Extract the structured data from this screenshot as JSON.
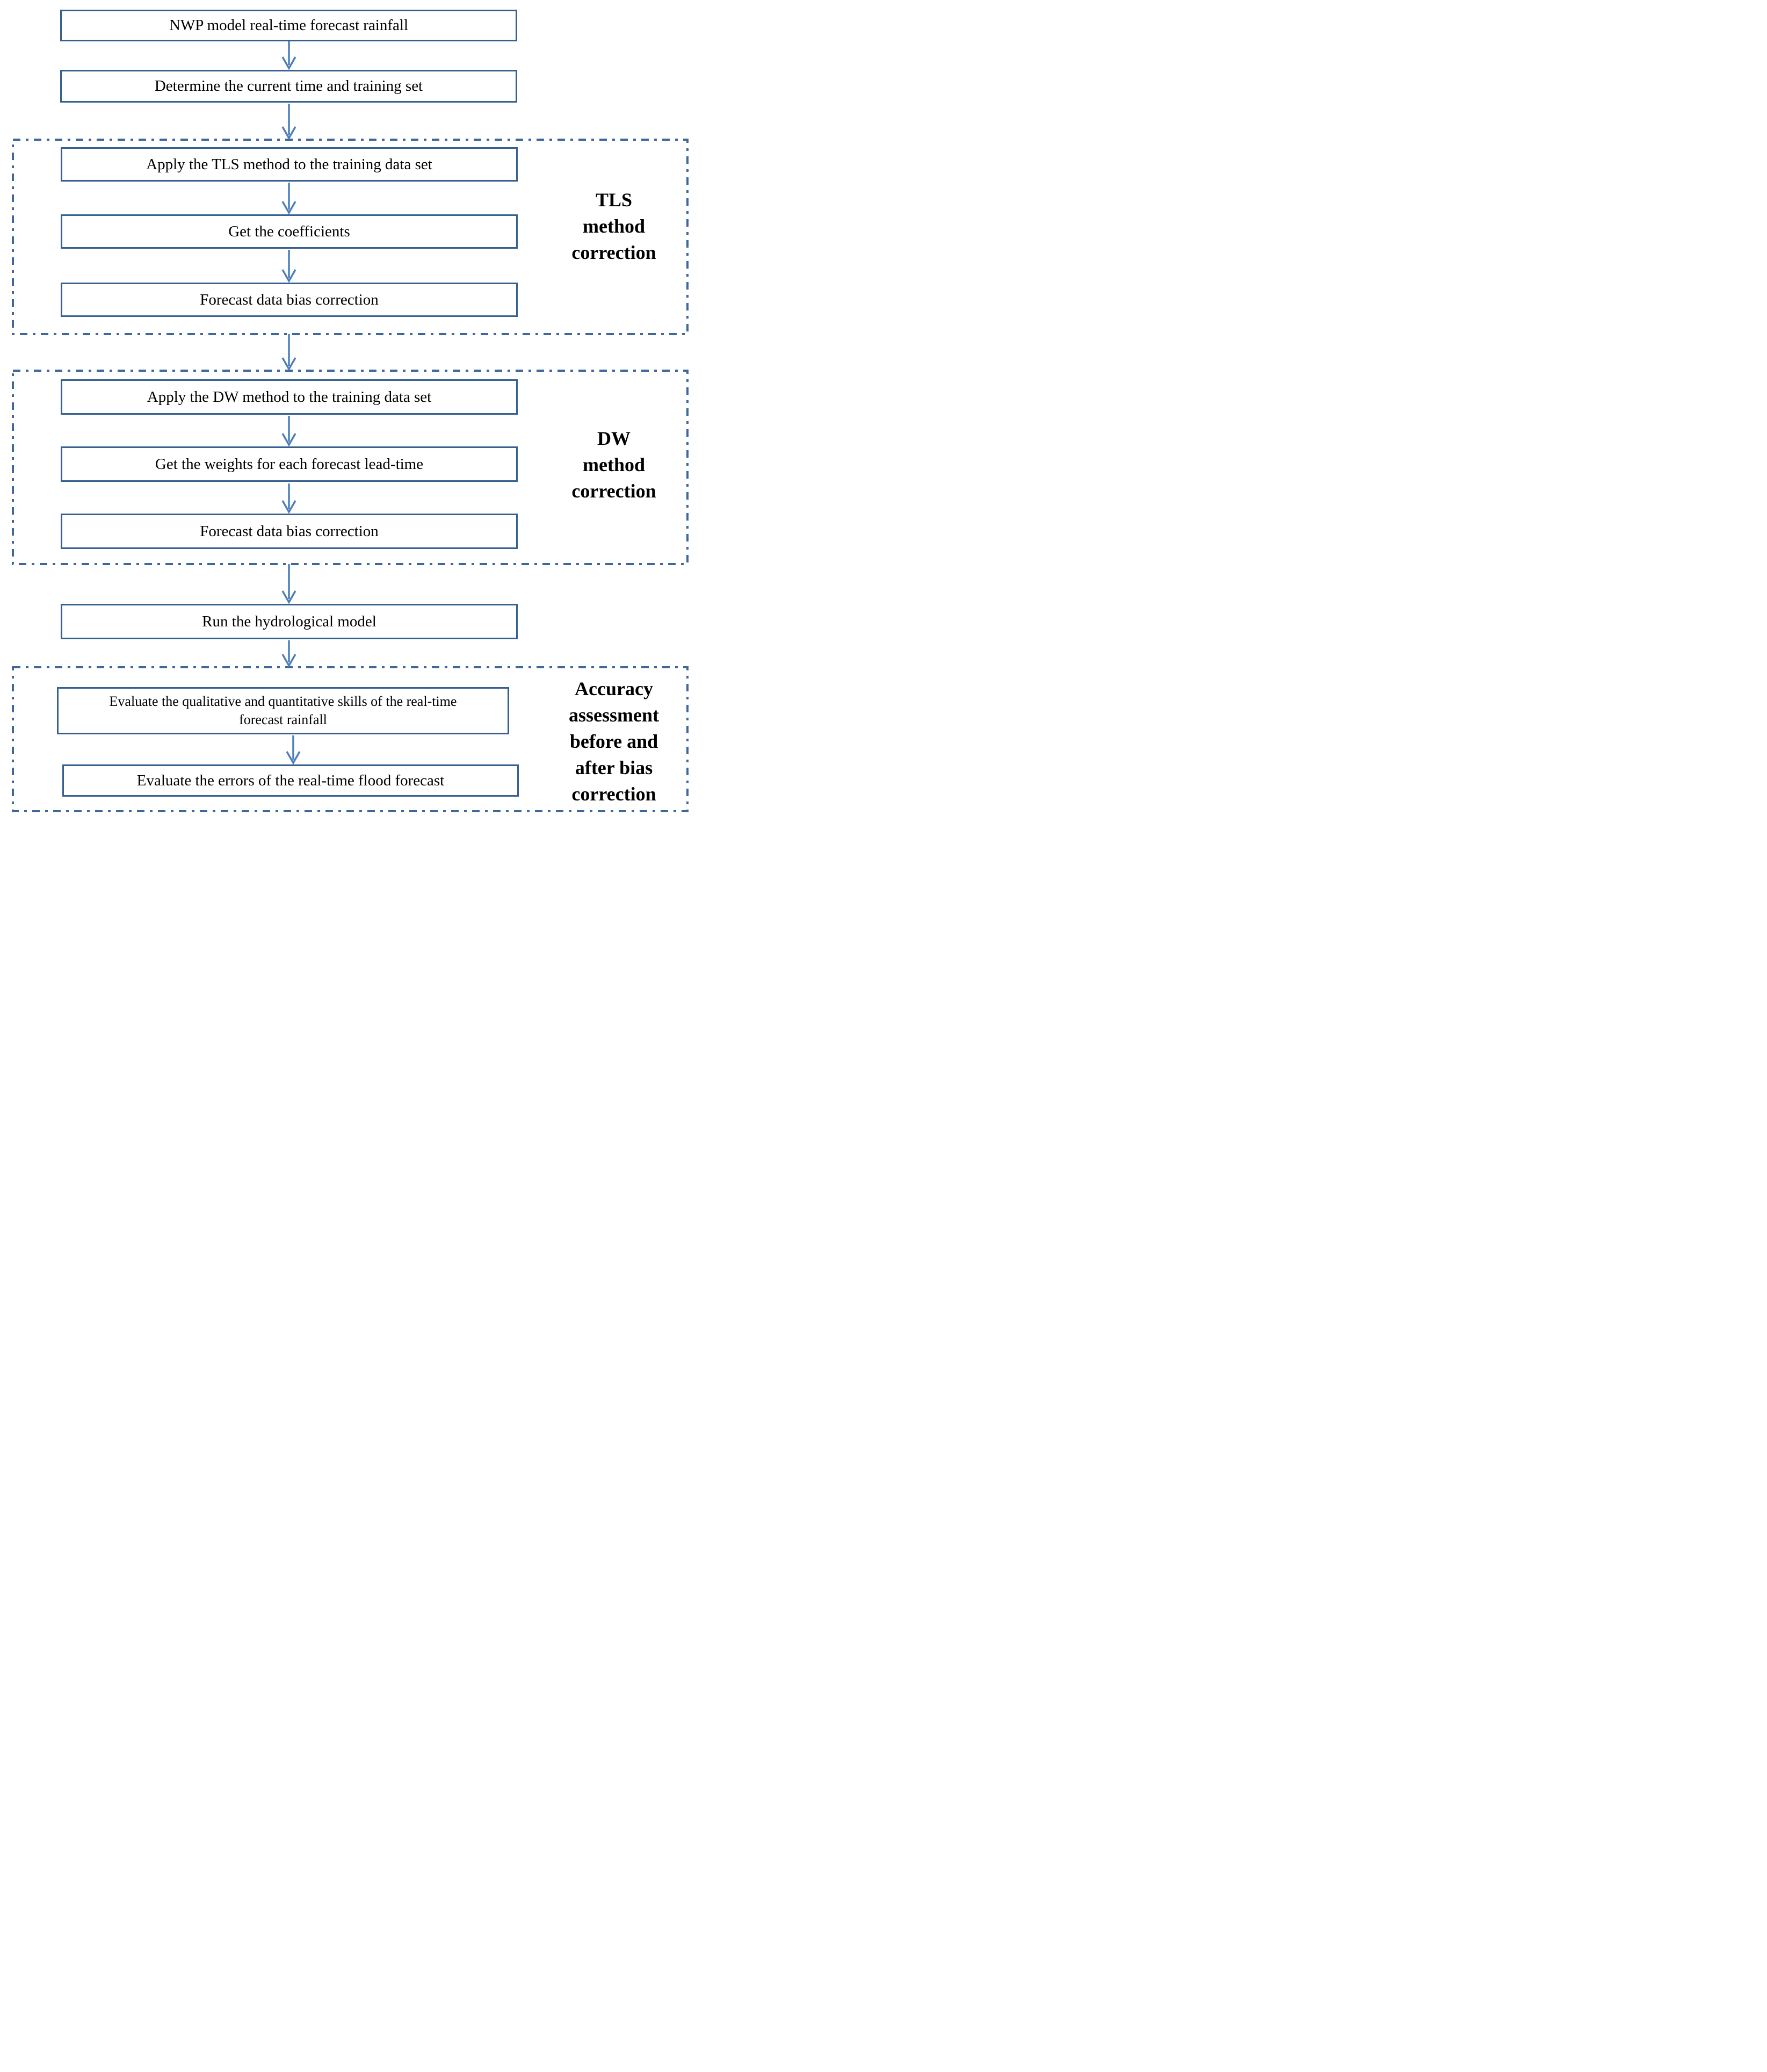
{
  "flowchart": {
    "background": "#ffffff",
    "colors": {
      "box_border": "#36618F",
      "group_border": "#3D6899",
      "arrow": "#4E7FBA",
      "text": "#000000"
    },
    "nodes": [
      {
        "id": "nwp-rainfall",
        "label": "NWP model real-time forecast rainfall"
      },
      {
        "id": "determine-training-set",
        "label": "Determine the current time and training set"
      },
      {
        "id": "apply-tls",
        "label": "Apply the TLS method to the training data set"
      },
      {
        "id": "get-coefficients",
        "label": "Get the coefficients"
      },
      {
        "id": "tls-bias-correction",
        "label": "Forecast data bias correction"
      },
      {
        "id": "apply-dw",
        "label": "Apply the DW method to the training data set"
      },
      {
        "id": "get-weights",
        "label": "Get the weights for each forecast lead-time"
      },
      {
        "id": "dw-bias-correction",
        "label": "Forecast data bias correction"
      },
      {
        "id": "run-hydrological-model",
        "label": "Run the hydrological model"
      },
      {
        "id": "evaluate-rainfall-skills",
        "label": "Evaluate the qualitative and quantitative skills of the real-time forecast rainfall",
        "label_lines": [
          "Evaluate the qualitative and quantitative skills of the real-time",
          "forecast rainfall"
        ]
      },
      {
        "id": "evaluate-flood-errors",
        "label": "Evaluate the errors of the real-time flood forecast"
      }
    ],
    "groups": [
      {
        "id": "tls-group",
        "label": "TLS method correction",
        "label_lines": [
          "TLS",
          "method",
          "correction"
        ]
      },
      {
        "id": "dw-group",
        "label": "DW method correction",
        "label_lines": [
          "DW",
          "method",
          "correction"
        ]
      },
      {
        "id": "accuracy-group",
        "label": "Accuracy assessment before and after bias correction",
        "label_lines": [
          "Accuracy",
          "assessment",
          "before and",
          "after bias",
          "correction"
        ]
      }
    ]
  }
}
